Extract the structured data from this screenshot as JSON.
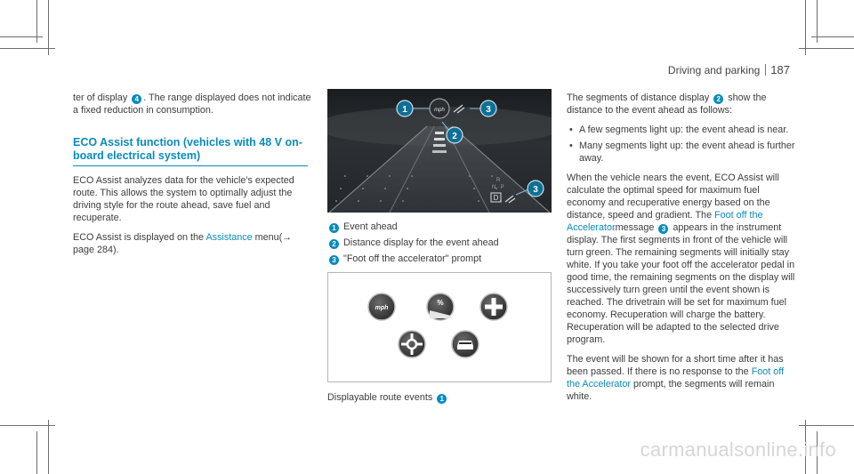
{
  "header": {
    "section": "Driving and parking",
    "page": "187"
  },
  "left": {
    "p1": "ter of display",
    "p1_badge": "4",
    "p1_rest": ". The range displayed does not indicate a fixed reduction in consumption.",
    "heading": "ECO Assist function (vehicles with 48 V on-board electrical system)",
    "p2": "ECO Assist analyzes data for the vehicle's expected route. This allows the system to optimally adjust the driving style for the route ahead, save fuel and recuperate.",
    "p3_start": "ECO Assist is displayed on the",
    "p3_link": "Assistance",
    "p3_end": "menu(→ page 284)."
  },
  "figure1": {
    "callouts": [
      "1",
      "2",
      "3",
      "3"
    ],
    "mph": "mph",
    "gear": "R\n·N· P",
    "gear_d": "D"
  },
  "legend": [
    {
      "num": "1",
      "text": "Event ahead"
    },
    {
      "num": "2",
      "text": "Distance display for the event ahead"
    },
    {
      "num": "3",
      "text": "\"Foot off the accelerator\" prompt"
    }
  ],
  "figure2": {
    "icons": [
      "mph-icon",
      "percent-icon",
      "plus-icon",
      "crossroads-icon",
      "car-front-icon"
    ],
    "mph": "mph",
    "pct": "%"
  },
  "caption": {
    "text": "Displayable route events",
    "badge": "1"
  },
  "right": {
    "p1_a": "The segments of distance display",
    "p1_badge": "2",
    "p1_b": "show the distance to the event ahead as follows:",
    "bullets": [
      "A few segments light up: the event ahead is near.",
      "Many segments light up: the event ahead is further away."
    ],
    "p2_a": "When the vehicle nears the event, ECO Assist will calculate the optimal speed for maximum fuel economy and recuperative energy based on the distance, speed and gradient. The",
    "p2_link": "Foot off the Accelerator",
    "p2_b": "message",
    "p2_badge": "3",
    "p2_c": "appears in the instrument display. The first segments in front of the vehicle will turn green. The remaining segments will initially stay white. If you take your foot off the accelerator pedal in good time, the remaining segments on the display will successively turn green until the event shown is reached. The drivetrain will be set for maximum fuel economy. Recuperation will charge the battery. Recuperation will be adapted to the selected drive program.",
    "p3_a": "The event will be shown for a short time after it has been passed. If there is no response to the",
    "p3_link": "Foot off the Accelerator",
    "p3_b": "prompt, the segments will remain white."
  },
  "watermark": "carmanualsonline.info"
}
